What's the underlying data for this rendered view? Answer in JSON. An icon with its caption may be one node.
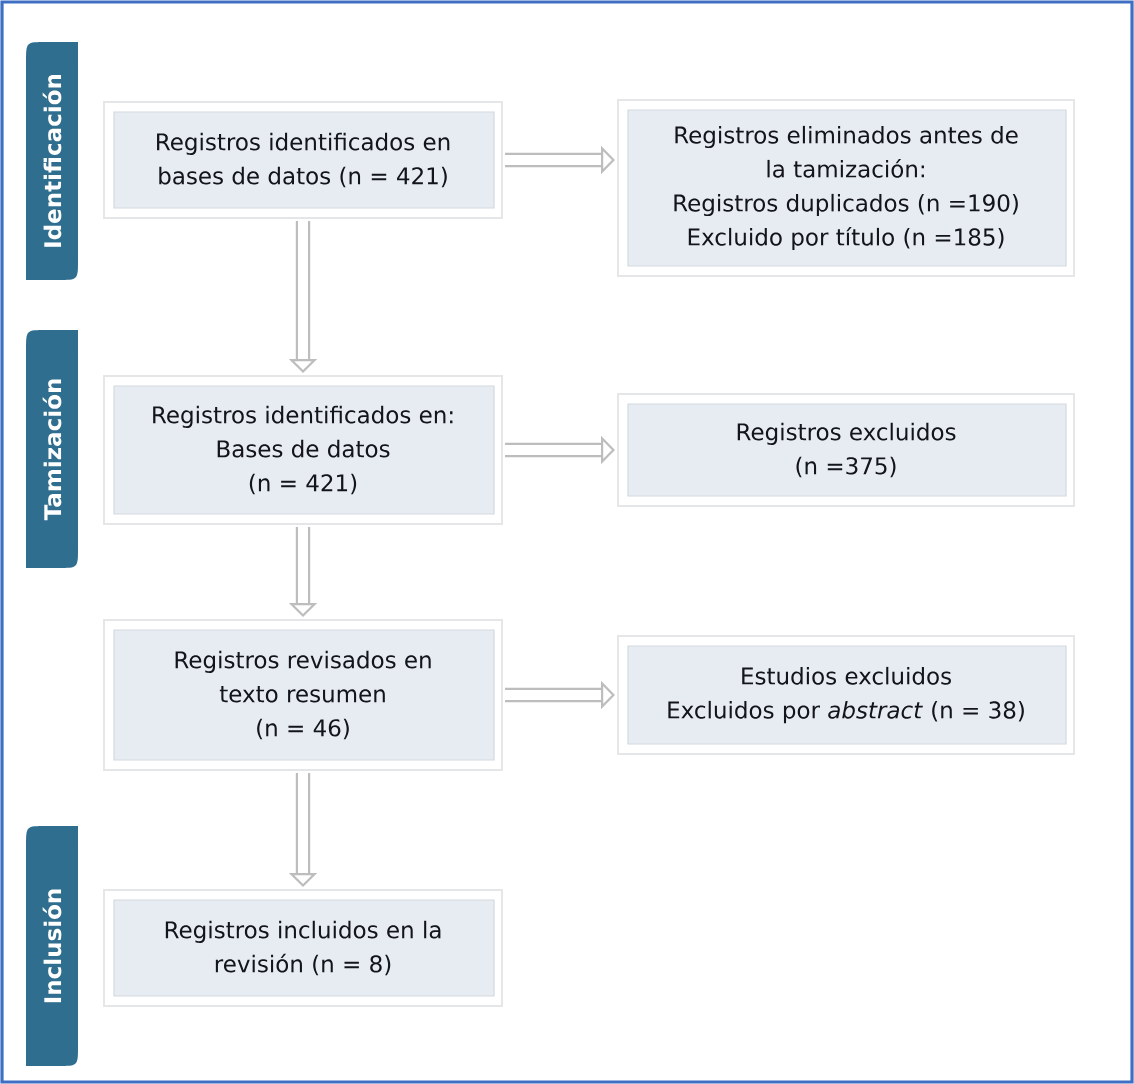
{
  "diagram": {
    "nodes": [
      {
        "text": [
          "Identificación"
        ]
      },
      {
        "text": [
          "Registros identificados en bases de datos (n = 421)"
        ]
      },
      {
        "text": [
          "Registros eliminados antes de la tamización:",
          "Registros duplicados (n =190)",
          "Excluido por título (n =185)"
        ]
      },
      {
        "text": [
          "Tamización"
        ]
      },
      {
        "text": [
          "Registros identificados en:",
          "Bases de datos",
          "(n = 421)"
        ]
      },
      {
        "text": [
          "Registros excluidos",
          "(n =375)"
        ]
      },
      {
        "text": [
          "Registros revisados en texto resumen",
          "(n = 46)"
        ]
      },
      {
        "text": [
          "Estudios excluidos",
          "Excluidos por *abstract* (n = 38)"
        ]
      },
      {
        "text": [
          "Inclusión"
        ]
      },
      {
        "text": [
          "Registros incluidos en la revisión (n = 8)"
        ]
      }
    ],
    "edges": [
      {
        "from": 1,
        "to": 2,
        "arrow": "to"
      },
      {
        "from": 1,
        "to": 4,
        "arrow": "to"
      },
      {
        "from": 4,
        "to": 5,
        "arrow": "to"
      },
      {
        "from": 4,
        "to": 6,
        "arrow": "to"
      },
      {
        "from": 6,
        "to": 7,
        "arrow": "to"
      },
      {
        "from": 6,
        "to": 9,
        "arrow": "to"
      }
    ]
  }
}
